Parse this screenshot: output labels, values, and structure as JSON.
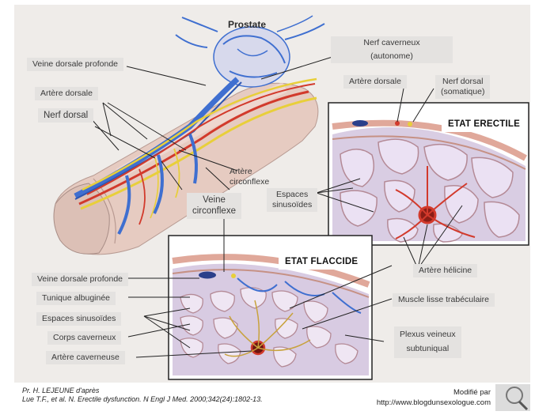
{
  "labels": {
    "prostate": "Prostate",
    "nerf_caverneux": [
      "Nerf caverneux",
      "(autonome)"
    ],
    "veine_dorsale_profonde": "Veine dorsale profonde",
    "artere_dorsale": "Artère dorsale",
    "nerf_dorsal": "Nerf dorsal",
    "artere_dorsale_inset": "Artère dorsale",
    "nerf_dorsal_somatique": [
      "Nerf dorsal",
      "(somatique)"
    ],
    "artere_circonflexe": [
      "Artère",
      "circonflexe"
    ],
    "veine_circonflexe": [
      "Veine",
      "circonflexe"
    ],
    "espaces_sinusoides_top": [
      "Espaces",
      "sinusoïdes"
    ],
    "artere_helicine": "Artère hélicine",
    "veine_dorsale_profonde_bottom": "Veine dorsale profonde",
    "tunique_albuginee": "Tunique albuginée",
    "espaces_sinusoides_bottom": "Espaces sinusoïdes",
    "corps_caverneux": "Corps caverneux",
    "artere_caverneuse": "Artère caverneuse",
    "muscle_lisse": "Muscle lisse trabéculaire",
    "plexus_veineux": [
      "Plexus veineux",
      "subtuniqual"
    ]
  },
  "titles": {
    "erectile": "ETAT ERECTILE",
    "flaccide": "ETAT FLACCIDE"
  },
  "footer": {
    "citation_1": "Pr. H. LEJEUNE d'après",
    "citation_2": "Lue T.F., et al. N. Erectile dysfunction. N Engl J Med. 2000;342(24):1802-13.",
    "credit_1": "Modifié par",
    "credit_2": "http://www.blogdunsexologue.com"
  },
  "colors": {
    "vein": "#3f6fd0",
    "artery": "#d23a2c",
    "nerve": "#e8cf3a",
    "tissue": "#e7c9bf",
    "sinusoid": "#ece4f4",
    "background": "#efece9"
  }
}
